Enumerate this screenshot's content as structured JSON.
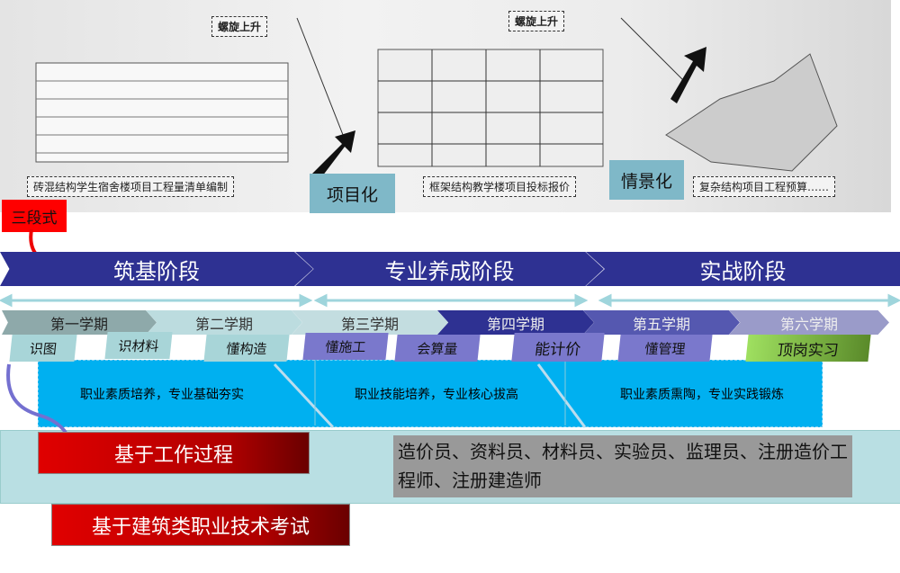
{
  "photo": {
    "spiral_label_1": "螺旋上升",
    "spiral_label_2": "螺旋上升",
    "caption_1": "砖混结构学生宿舍楼项目工程量清单编制",
    "caption_2": "框架结构教学楼项目投标报价",
    "caption_3": "复杂结构项目工程预算……",
    "tag_1": "项目化",
    "tag_2": "情景化"
  },
  "three_stage": "三段式",
  "phases": [
    "筑基阶段",
    "专业养成阶段",
    "实战阶段"
  ],
  "semesters": [
    "第一学期",
    "第二学期",
    "第三学期",
    "第四学期",
    "第五学期",
    "第六学期"
  ],
  "skills": [
    "识图",
    "识材料",
    "懂构造",
    "懂施工",
    "会算量",
    "能计价",
    "懂管理",
    "顶岗实习"
  ],
  "goals": [
    "职业素质培养，专业基础夯实",
    "职业技能培养，专业核心拔高",
    "职业素质熏陶，专业实践锻炼"
  ],
  "work_process": "基于工作过程",
  "exam": "基于建筑类职业技术考试",
  "roles": "造价员、资料员、材料员、实验员、监理员、注册造价工程师、注册建造师"
}
